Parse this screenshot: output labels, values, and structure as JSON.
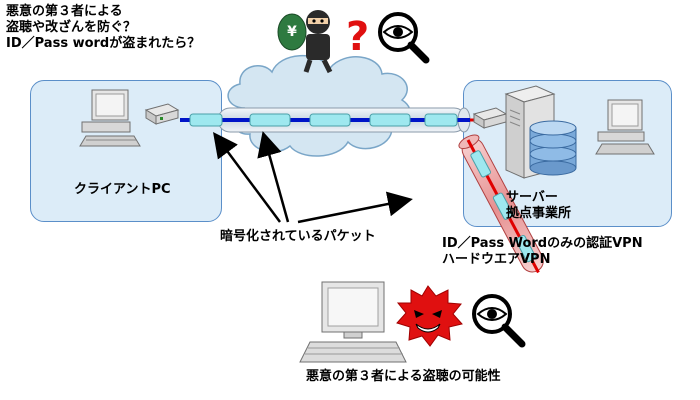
{
  "top_text": {
    "line1": "悪意の第３者による",
    "line2": "盗聴や改ざんを防ぐ？",
    "line3": "ID／Pass wordが盗まれたら？"
  },
  "labels": {
    "client_pc": "クライアントPC",
    "server": "サーバー",
    "base_office": "拠点事業所",
    "encrypted_packet": "暗号化されているパケット",
    "vpn_line1": "ID／Pass Wordのみの認証VPN",
    "vpn_line2": "ハードウエアVPN",
    "bottom": "悪意の第３者による盗聴の可能性"
  },
  "colors": {
    "box_fill": "#dcecf8",
    "box_border": "#5b8fc9",
    "tube": "#d8e4ee",
    "packet": "#9ee8ef",
    "blue_line": "#0014c8",
    "red_line": "#e00000",
    "cloud": "#d4e6f2"
  },
  "icons": [
    "thief-icon",
    "question-mark-icon",
    "magnifier-eye-icon",
    "computer-icon",
    "server-icon",
    "router-icon",
    "virus-icon",
    "cloud-icon"
  ]
}
